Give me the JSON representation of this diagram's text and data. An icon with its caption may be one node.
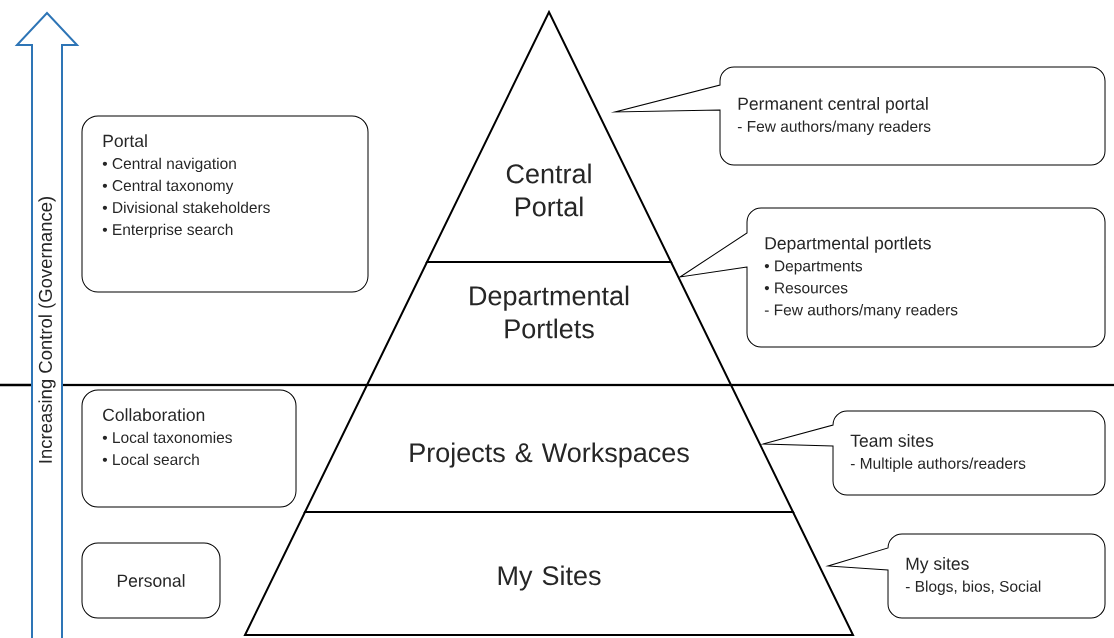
{
  "diagram": {
    "nodes": [
      {
        "text": [
          "Increasing Control (Governance)"
        ]
      },
      {
        "text": [
          "Portal",
          "•      Central navigation",
          "•      Central taxonomy",
          "•      Divisional stakeholders",
          "•      Enterprise search"
        ]
      },
      {
        "text": [
          "Collaboration",
          "• Local taxonomies",
          "• Local search"
        ]
      },
      {
        "text": [
          "Personal"
        ]
      },
      {
        "text": [
          "Central Portal"
        ]
      },
      {
        "text": [
          "Departmental Portlets"
        ]
      },
      {
        "text": [
          "Projects & Workspaces"
        ]
      },
      {
        "text": [
          "My Sites"
        ]
      },
      {
        "text": [
          "Permanent central portal",
          "- Few authors/many readers"
        ]
      },
      {
        "text": [
          "Departmental portlets",
          "•      Departments",
          "•      Resources",
          "- Few authors/many readers"
        ]
      },
      {
        "text": [
          "Team sites",
          "- Multiple authors/readers"
        ]
      },
      {
        "text": [
          "My sites",
          "- Blogs, bios, Social"
        ]
      }
    ]
  }
}
